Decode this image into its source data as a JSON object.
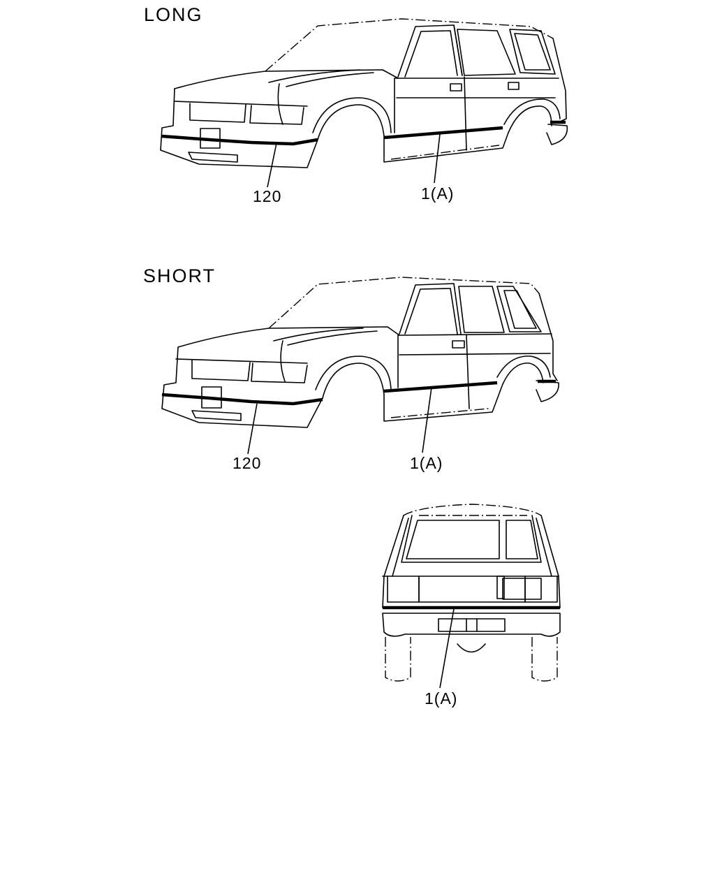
{
  "views": {
    "long": {
      "title": "LONG",
      "front_callout": "120",
      "side_callout": "1(A)"
    },
    "short": {
      "title": "SHORT",
      "front_callout": "120",
      "side_callout": "1(A)"
    },
    "rear": {
      "callout": "1(A)"
    }
  }
}
